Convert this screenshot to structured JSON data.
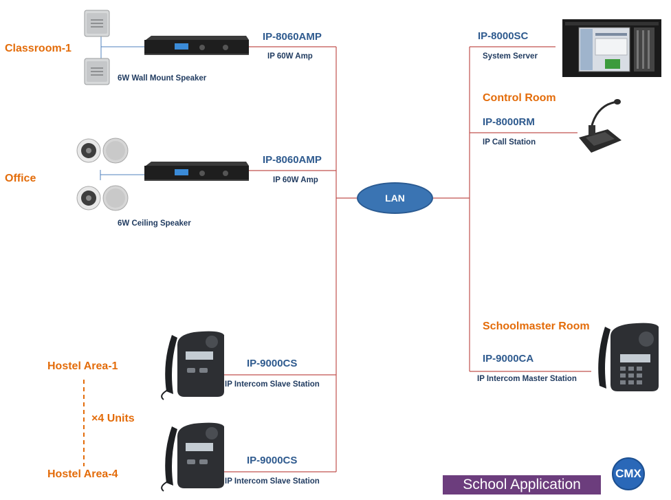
{
  "lan_label": "LAN",
  "left_nodes": {
    "amp1": {
      "area": "Classroom-1",
      "model": "IP-8060AMP",
      "desc": "IP 60W Amp",
      "speaker": "6W Wall Mount Speaker"
    },
    "amp2": {
      "area": "Office",
      "model": "IP-8060AMP",
      "desc": "IP 60W Amp",
      "speaker": "6W Ceiling Speaker"
    },
    "cs1": {
      "area": "Hostel Area-1",
      "model": "IP-9000CS",
      "desc": "IP Intercom Slave Station"
    },
    "units": "×4 Units",
    "cs2": {
      "area": "Hostel Area-4",
      "model": "IP-9000CS",
      "desc": "IP Intercom Slave Station"
    }
  },
  "right_nodes": {
    "server": {
      "model": "IP-8000SC",
      "desc": "System Server"
    },
    "rm": {
      "area": "Control Room",
      "model": "IP-8000RM",
      "desc": "IP Call Station"
    },
    "ca": {
      "area": "Schoolmaster Room",
      "model": "IP-9000CA",
      "desc": "IP Intercom Master Station"
    }
  },
  "banner": "School Application",
  "logo": "CMX",
  "colors": {
    "line": "#c0504d",
    "lan": "#3a74b3",
    "area_text": "#e36c0a",
    "model_text": "#2e5a8e",
    "banner": "#6c3d7d",
    "logo": "#2a68b8"
  }
}
